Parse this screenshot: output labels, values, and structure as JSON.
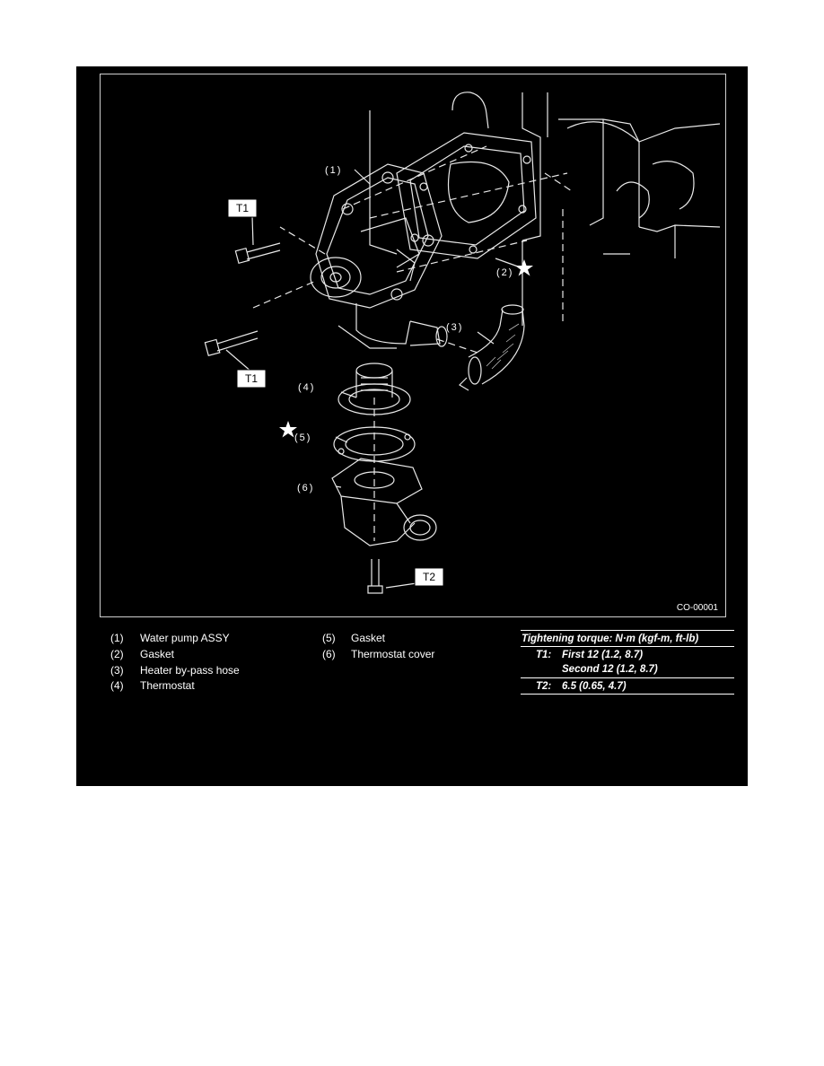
{
  "figure_code": "CO-00001",
  "diagram_labels": {
    "p1": "(1)",
    "p2": "(2)",
    "p3": "(3)",
    "p4": "(4)",
    "p5": "(5)",
    "p6": "(6)",
    "t1_upper": "T1",
    "t1_lower": "T1",
    "t2": "T2"
  },
  "legend": [
    {
      "num": "(1)",
      "text": "Water pump ASSY"
    },
    {
      "num": "(2)",
      "text": "Gasket"
    },
    {
      "num": "(3)",
      "text": "Heater by-pass hose"
    },
    {
      "num": "(4)",
      "text": "Thermostat"
    },
    {
      "num": "(5)",
      "text": "Gasket"
    },
    {
      "num": "(6)",
      "text": "Thermostat cover"
    }
  ],
  "torque": {
    "title": "Tightening torque: N·m (kgf-m, ft-lb)",
    "t1_label": "T1:",
    "t1_first": "First 12 (1.2, 8.7)",
    "t1_second": "Second 12 (1.2, 8.7)",
    "t2_label": "T2:",
    "t2_value": "6.5 (0.65, 4.7)"
  }
}
